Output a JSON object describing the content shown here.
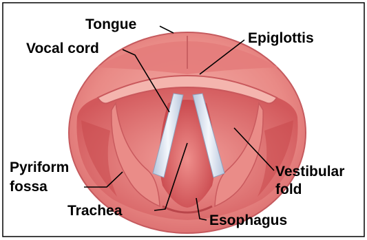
{
  "labels": {
    "tongue": "Tongue",
    "epiglottis": "Epiglottis",
    "vocal_cord": "Vocal cord",
    "pyriform_line1": "Pyriform",
    "pyriform_line2": "fossa",
    "vestibular_line1": "Vestibular",
    "vestibular_line2": "fold",
    "trachea": "Trachea",
    "esophagus": "Esophagus"
  },
  "colors": {
    "background": "#ffffff",
    "border": "#000000",
    "outer_tissue": "#e98a86",
    "dark_tissue": "#c9484d",
    "mid_tissue": "#dc6e70",
    "light_tissue": "#f2aaa4",
    "vocal_cord": "#dfe8f5",
    "leader_line": "#000000"
  }
}
